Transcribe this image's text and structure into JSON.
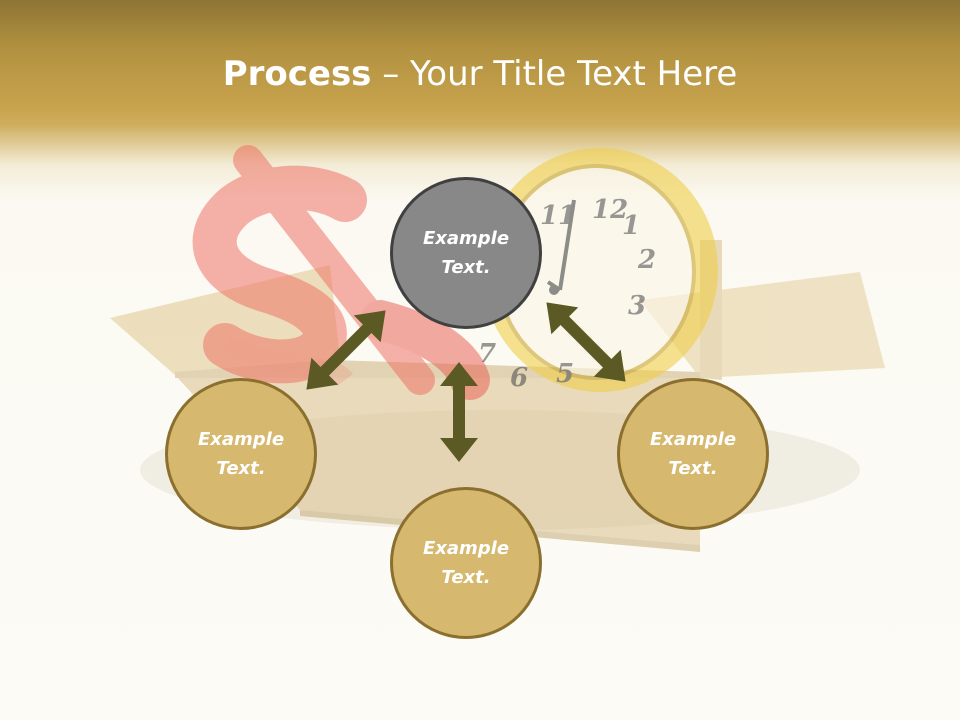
{
  "title": {
    "bold": "Process",
    "rest": " – Your Title Text Here"
  },
  "nodes": {
    "top": {
      "line1": "Example",
      "line2": "Text."
    },
    "left": {
      "line1": "Example",
      "line2": "Text."
    },
    "bottom": {
      "line1": "Example",
      "line2": "Text."
    },
    "right": {
      "line1": "Example",
      "line2": "Text."
    }
  },
  "clock": {
    "numbers": [
      "12",
      "1",
      "2",
      "3",
      "5",
      "6",
      "7",
      "11"
    ]
  },
  "colors": {
    "header": "#c9a44e",
    "node_gold": "#d6b86e",
    "node_border": "#8a6f2f",
    "node_grey": "#888888",
    "arrow": "#5c5a24"
  },
  "icons": [
    "dollar-sign-icon",
    "alarm-clock-icon",
    "cardboard-box-icon"
  ]
}
